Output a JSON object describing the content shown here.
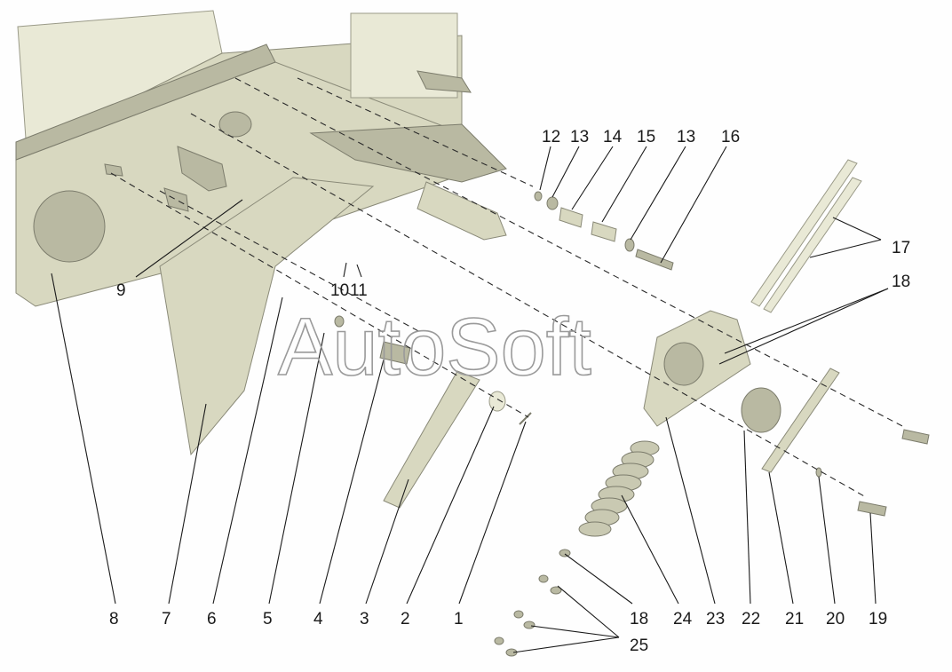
{
  "watermark": "AutoSoft",
  "callouts": {
    "c1": "1",
    "c2": "2",
    "c3": "3",
    "c4": "4",
    "c5": "5",
    "c6": "6",
    "c7": "7",
    "c8": "8",
    "c9": "9",
    "c10": "10",
    "c11": "11",
    "c12": "12",
    "c13a": "13",
    "c14": "14",
    "c15": "15",
    "c13b": "13",
    "c16": "16",
    "c17": "17",
    "c18a": "18",
    "c18b": "18",
    "c19": "19",
    "c20": "20",
    "c21": "21",
    "c22": "22",
    "c23": "23",
    "c24": "24",
    "c25": "25"
  },
  "colors": {
    "part": "#d8d8c0",
    "part_dark": "#b9b9a2",
    "background": "#fefefe"
  }
}
